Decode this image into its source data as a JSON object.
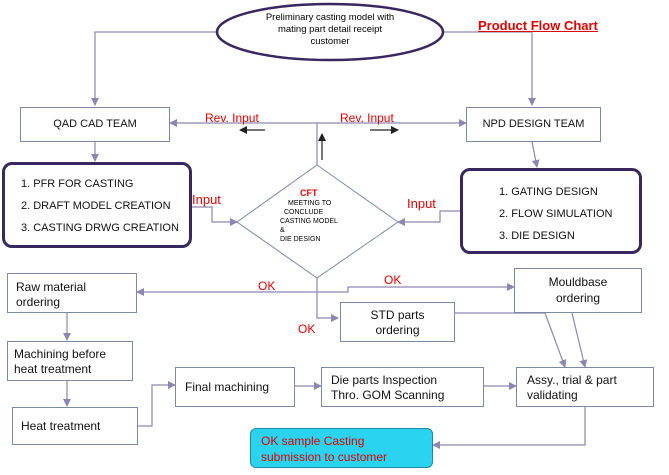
{
  "title": "Product  Flow Chart",
  "start_node": {
    "line1": "Preliminary casting model with",
    "line2": "mating part detail receipt",
    "line3": "customer"
  },
  "teams": {
    "qad": "QAD CAD TEAM",
    "npd": "NPD DESIGN TEAM"
  },
  "qad_tasks": [
    "1. PFR FOR CASTING",
    "2. DRAFT MODEL CREATION",
    "3. CASTING DRWG CREATION"
  ],
  "npd_tasks": [
    "1. GATING DESIGN",
    "2. FLOW SIMULATION",
    "3. DIE DESIGN"
  ],
  "cft": {
    "title": "CFT",
    "lines": [
      "MEETING TO",
      "CONCLUDE",
      "CASTING MODEL",
      "&",
      "DIE DESIGN"
    ]
  },
  "edge_labels": {
    "rev_input_left": "Rev. Input",
    "rev_input_right": "Rev. Input",
    "input_left": "Input",
    "input_right": "Input",
    "ok_left": "OK",
    "ok_right": "OK",
    "ok_down": "OK"
  },
  "process": {
    "raw_material": {
      "line1": "Raw material",
      "line2": "ordering"
    },
    "mouldbase": {
      "line1": "Mouldbase",
      "line2": "ordering"
    },
    "std_parts": {
      "line1": "STD parts",
      "line2": "ordering"
    },
    "machining_before": {
      "line1": "Machining before",
      "line2": "heat treatment"
    },
    "heat_treatment": "Heat treatment",
    "final_machining": "Final machining",
    "die_inspection": {
      "line1": "Die parts Inspection",
      "line2": "Thro. GOM Scanning"
    },
    "assy_trial": {
      "line1": "Assy., trial & part",
      "line2": "validating"
    },
    "ok_sample": {
      "line1": "OK sample Casting",
      "line2": "submission to customer"
    }
  },
  "colors": {
    "title": "#e00000",
    "edge_label": "#e00000",
    "box_border": "#7a8aa6",
    "thick_border": "#3a2760",
    "connector": "#8e86b0",
    "ok_sample_fill": "#2ad4f0",
    "ok_sample_text": "#e00000"
  }
}
